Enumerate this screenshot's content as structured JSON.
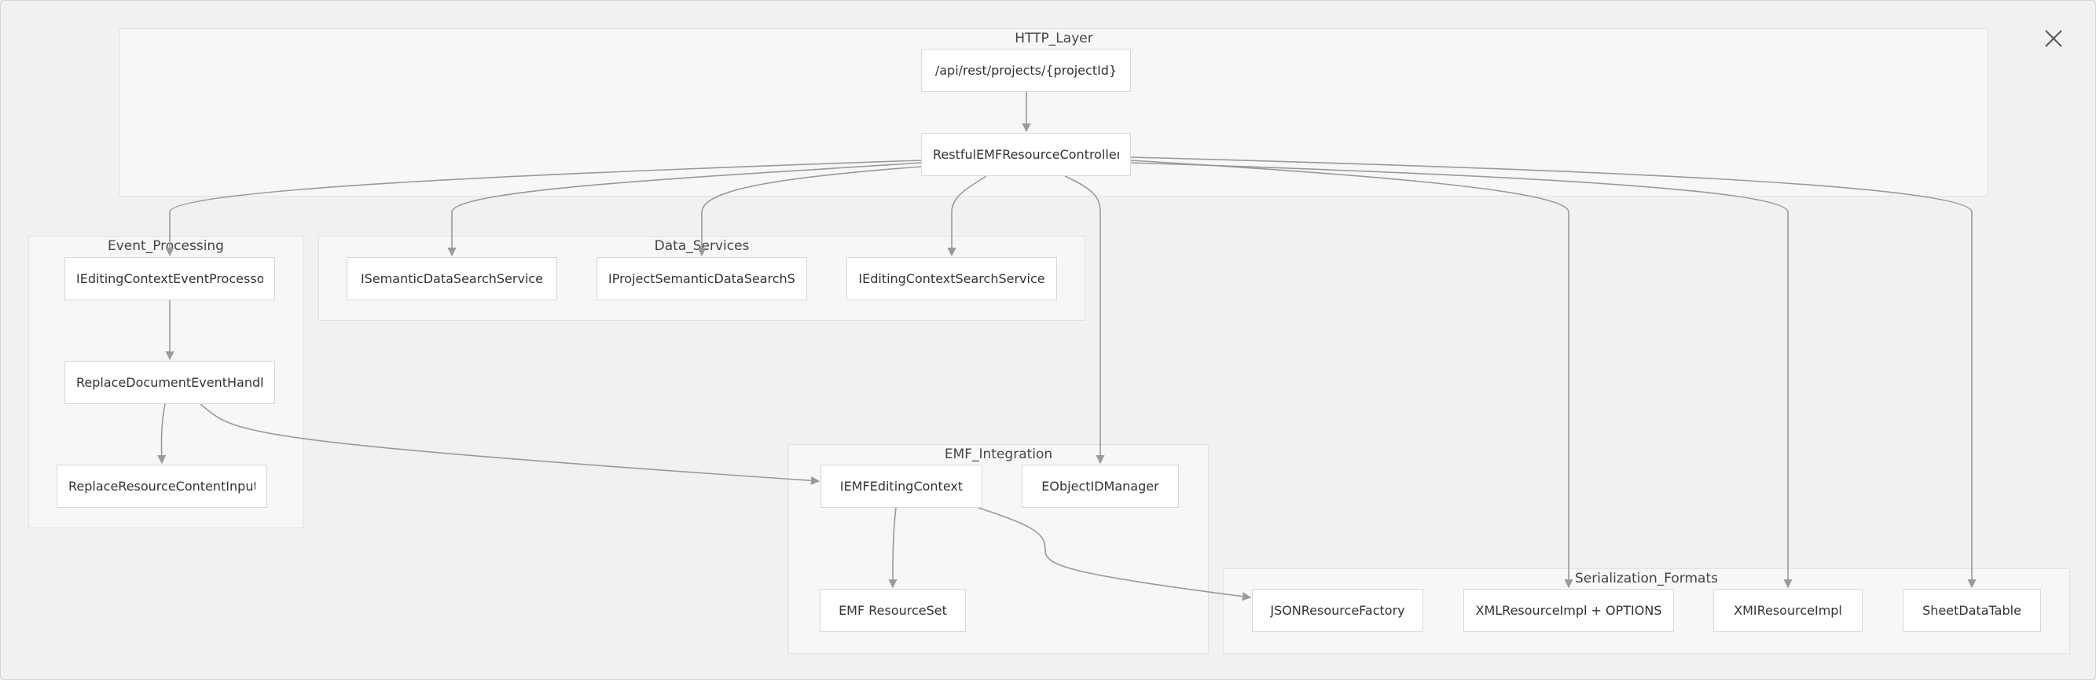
{
  "clusters": [
    {
      "id": "http",
      "label": "HTTP_Layer"
    },
    {
      "id": "event",
      "label": "Event_Processing"
    },
    {
      "id": "data",
      "label": "Data_Services"
    },
    {
      "id": "emf",
      "label": "EMF_Integration"
    },
    {
      "id": "serial",
      "label": "Serialization_Formats"
    }
  ],
  "nodes": [
    {
      "id": "api",
      "label": "/api/rest/projects/{projectId}"
    },
    {
      "id": "controller",
      "label": "RestfulEMFResourceController"
    },
    {
      "id": "eventProc",
      "label": "IEditingContextEventProcessor"
    },
    {
      "id": "replaceDoc",
      "label": "ReplaceDocumentEventHandler"
    },
    {
      "id": "replaceRes",
      "label": "ReplaceResourceContentInput"
    },
    {
      "id": "semSearch",
      "label": "ISemanticDataSearchService"
    },
    {
      "id": "projSem",
      "label": "IProjectSemanticDataSearchService"
    },
    {
      "id": "ctxSearch",
      "label": "IEditingContextSearchService"
    },
    {
      "id": "emfCtx",
      "label": "IEMFEditingContext"
    },
    {
      "id": "eobj",
      "label": "EObjectIDManager"
    },
    {
      "id": "resSet",
      "label": "EMF ResourceSet"
    },
    {
      "id": "json",
      "label": "JSONResourceFactory"
    },
    {
      "id": "xml",
      "label": "XMLResourceImpl + OPTIONS"
    },
    {
      "id": "xmi",
      "label": "XMIResourceImpl"
    },
    {
      "id": "sheet",
      "label": "SheetDataTable"
    }
  ],
  "edges": [
    {
      "from": "api",
      "to": "controller"
    },
    {
      "from": "controller",
      "to": "eventProc"
    },
    {
      "from": "controller",
      "to": "semSearch"
    },
    {
      "from": "controller",
      "to": "projSem"
    },
    {
      "from": "controller",
      "to": "ctxSearch"
    },
    {
      "from": "controller",
      "to": "eobj"
    },
    {
      "from": "controller",
      "to": "xml"
    },
    {
      "from": "controller",
      "to": "xmi"
    },
    {
      "from": "controller",
      "to": "sheet"
    },
    {
      "from": "eventProc",
      "to": "replaceDoc"
    },
    {
      "from": "replaceDoc",
      "to": "replaceRes"
    },
    {
      "from": "replaceDoc",
      "to": "emfCtx"
    },
    {
      "from": "emfCtx",
      "to": "resSet"
    },
    {
      "from": "emfCtx",
      "to": "json"
    }
  ],
  "close_icon": "close-icon"
}
